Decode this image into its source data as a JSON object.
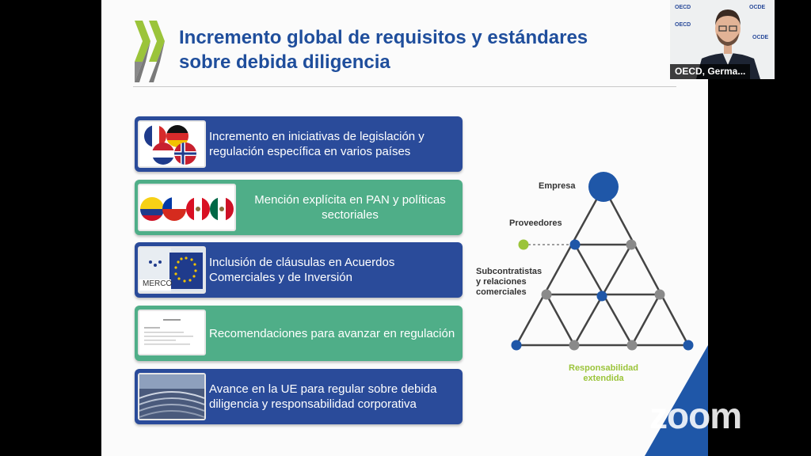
{
  "slide": {
    "title_line1": "Incremento global de requisitos y estándares",
    "title_line2": "sobre debida diligencia",
    "items": [
      {
        "text_line1": "Incremento en iniciativas de legislación y",
        "text_line2": "regulación específica en varios países",
        "thumb": "flags-fr-de-nl-no"
      },
      {
        "text_line1": "Mención explícita en PAN y políticas",
        "text_line2": "sectoriales",
        "thumb": "flags-co-cl-pe-mx"
      },
      {
        "text_line1": "Inclusión de cláusulas en Acuerdos",
        "text_line2": "Comerciales y de Inversión",
        "thumb": "mercosur-eu",
        "thumb_text": "MERCO"
      },
      {
        "text_line1": "Recomendaciones para avanzar en regulación",
        "text_line2": "",
        "thumb": "document-page"
      },
      {
        "text_line1": "Avance en la UE para regular sobre debida",
        "text_line2": "diligencia y responsabilidad corporativa",
        "thumb": "eu-parliament"
      }
    ],
    "diagram": {
      "label_empresa": "Empresa",
      "label_proveedores": "Proveedores",
      "label_sub_1": "Subcontratistas",
      "label_sub_2": "y relaciones",
      "label_sub_3": "comerciales",
      "label_resp_1": "Responsabilidad",
      "label_resp_2": "extendida"
    },
    "colors": {
      "blue": "#2a4b9a",
      "green": "#4fae88",
      "title": "#1f4e9c",
      "accent_green": "#9bc43a",
      "node_blue": "#1f57a8",
      "node_gray": "#8a8a8a"
    }
  },
  "zoom_watermark": "zoom",
  "participant": {
    "name": "OECD, Germa...",
    "watermark_left": "OECD",
    "watermark_right": "OCDE"
  }
}
